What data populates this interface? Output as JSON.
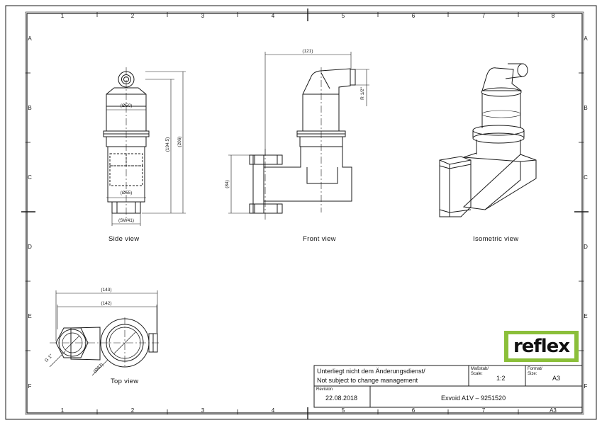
{
  "grid": {
    "columns": [
      "1",
      "2",
      "3",
      "4",
      "5",
      "6",
      "7",
      "8"
    ],
    "rows": [
      "A",
      "B",
      "C",
      "D",
      "E",
      "F"
    ]
  },
  "views": {
    "side": "Side view",
    "front": "Front view",
    "isometric": "Isometric view",
    "top": "Top view"
  },
  "dimensions": {
    "side_d50": "(Ø50)",
    "side_d55": "(Ø55)",
    "side_sw41": "(SW41)",
    "side_h1945": "(194.5)",
    "side_h206": "(206)",
    "front_w121": "(121)",
    "front_h84": "(84)",
    "front_thread": "R 1/2\"",
    "top_w143": "(143)",
    "top_w142": "(142)",
    "top_d83": "(Ø83)",
    "top_thread": "G 1\""
  },
  "title_block": {
    "note_de": "Unterliegt nicht dem Änderungsdienst/",
    "note_en": "Not subject to change management",
    "scale_label_de": "Maßstab/",
    "scale_label_en": "Scale:",
    "scale_value": "1:2",
    "format_label_de": "Format/",
    "format_label_en": "Size:",
    "format_value": "A3",
    "revision_label": "Revision",
    "revision_date": "22.08.2018",
    "part_name": "Exvoid A1V – 9251520",
    "logo_text": "reflex"
  },
  "colors": {
    "line": "#1a1a1a",
    "logo_green": "#8bbf3a"
  }
}
